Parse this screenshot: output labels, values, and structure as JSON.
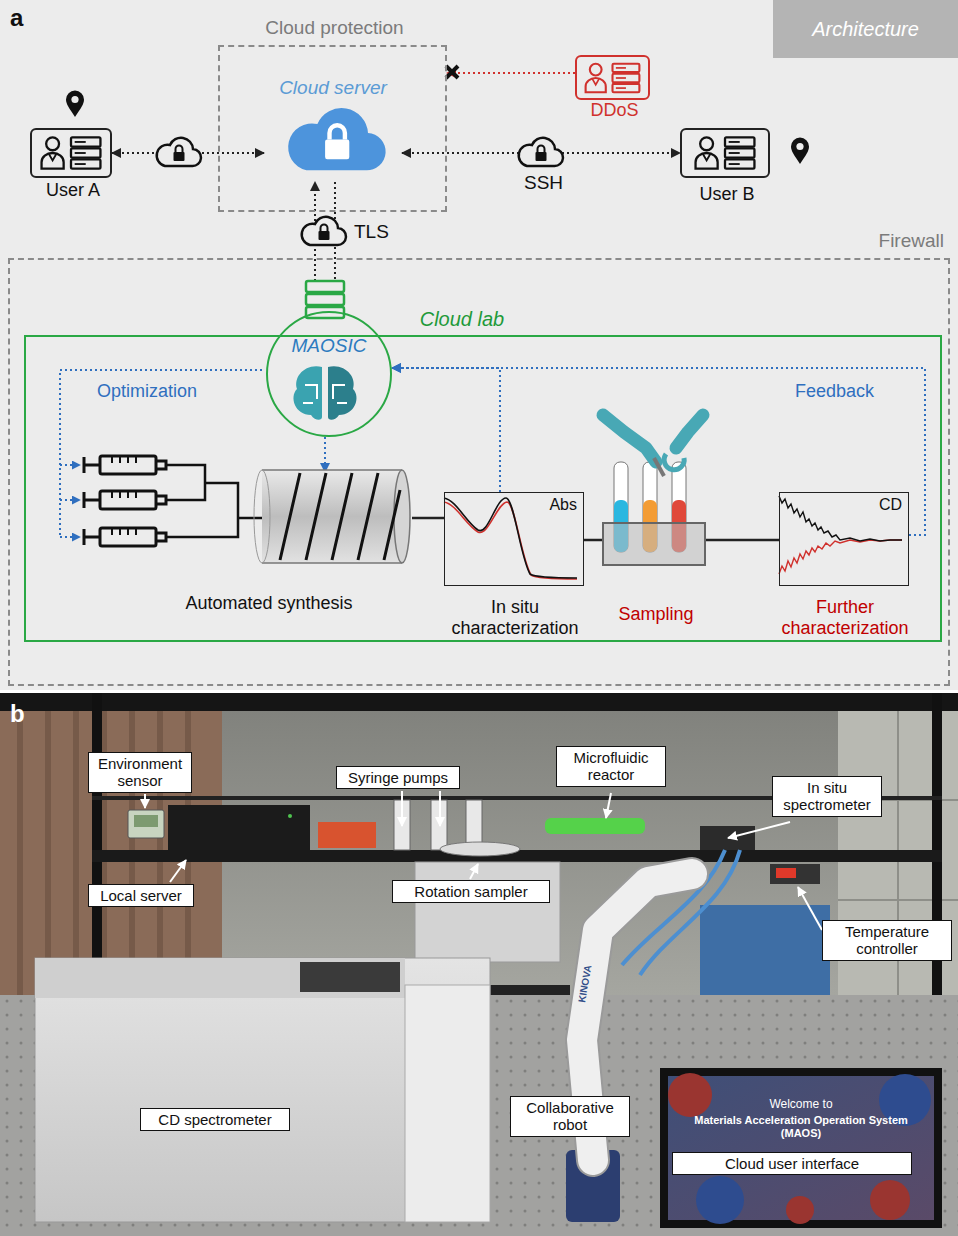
{
  "diagram": {
    "nodes": [
      {
        "text": [
          "Cloud protection"
        ]
      },
      {
        "text": [
          "Cloud server"
        ],
        "in": 0
      },
      {
        "text": [
          "Architecture"
        ]
      },
      {
        "text": [
          "User A"
        ]
      },
      {
        "text": [
          "DDoS"
        ]
      },
      {
        "text": [
          "User B"
        ]
      },
      {
        "text": [
          "Firewall"
        ]
      },
      {
        "text": [
          "Cloud lab"
        ],
        "in": 6
      },
      {
        "text": [
          "MAOSIC"
        ],
        "in": 7
      },
      {
        "text": [
          "Automated synthesis"
        ],
        "in": 7
      },
      {
        "text": [
          "Abs",
          "In situ characterization"
        ],
        "in": 7
      },
      {
        "text": [
          "Sampling"
        ],
        "in": 7
      },
      {
        "text": [
          "CD",
          "Further characterization"
        ],
        "in": 7
      },
      {
        "text": [
          "Environment sensor"
        ]
      },
      {
        "text": [
          "Syringe pumps"
        ]
      },
      {
        "text": [
          "Microfluidic reactor"
        ]
      },
      {
        "text": [
          "In situ spectrometer"
        ]
      },
      {
        "text": [
          "Local server"
        ]
      },
      {
        "text": [
          "Rotation sampler"
        ]
      },
      {
        "text": [
          "Temperature controller"
        ]
      },
      {
        "text": [
          "CD spectrometer"
        ]
      },
      {
        "text": [
          "Collaborative robot"
        ]
      },
      {
        "text": [
          "Cloud user interface"
        ]
      }
    ],
    "edges": [
      {
        "from": 3,
        "to": 1,
        "arrow": "both"
      },
      {
        "from": 4,
        "to": 0,
        "arrow": "to"
      },
      {
        "from": 1,
        "to": 5,
        "label": "SSH",
        "arrow": "both"
      },
      {
        "from": 8,
        "to": 1,
        "label": "TLS",
        "arrow": "to"
      },
      {
        "from": 1,
        "to": 8,
        "arrow": "to"
      },
      {
        "from": 8,
        "to": 9,
        "arrow": "to"
      },
      {
        "from": 10,
        "to": 8,
        "arrow": "to"
      },
      {
        "from": 12,
        "to": 8,
        "arrow": "to"
      },
      {
        "from": 9,
        "to": 10,
        "arrow": "none"
      },
      {
        "from": 10,
        "to": 11,
        "arrow": "none"
      },
      {
        "from": 11,
        "to": 12,
        "arrow": "none"
      }
    ],
    "labels": [
      "a",
      "Optimization",
      "Feedback",
      "b",
      "Welcome to",
      "Materials Acceleration Operation System (MAOS)",
      "KINOVA"
    ]
  }
}
